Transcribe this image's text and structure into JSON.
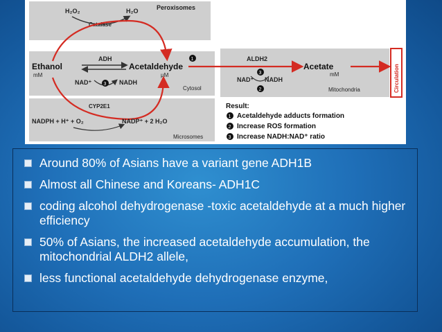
{
  "diagram": {
    "peroxisomes": "Peroxisomes",
    "h2o2": "H₂O₂",
    "h2o": "H₂O",
    "catalase": "Catalase",
    "ethanol": "Ethanol",
    "ethanol_unit": "mM",
    "adh": "ADH",
    "nad": "NAD⁺",
    "nadh": "NADH",
    "acetaldehyde": "Acetaldehyde",
    "acetaldehyde_unit": "µM",
    "cytosol": "Cytosol",
    "aldh2": "ALDH2",
    "acetate": "Acetate",
    "acetate_unit": "mM",
    "mito_nad": "NAD⁺",
    "mito_nadh": "NADH",
    "mitochondria": "Mitochondria",
    "circulation": "Circulation",
    "cyp2e1": "CYP2E1",
    "micro_left": "NADPH + H⁺ + O₂",
    "micro_right": "NADP⁺ + 2 H₂O",
    "microsomes": "Microsomes",
    "marker1": "1",
    "marker2": "2",
    "marker3": "3",
    "result_title": "Result:",
    "results": [
      "Acetaldehyde adducts formation",
      "Increase ROS formation",
      "Increase NADH:NAD⁺ ratio"
    ]
  },
  "bullets": [
    "Around 80% of Asians have a variant  gene ADH1B",
    "Almost all Chinese and Koreans- ADH1C",
    "coding  alcohol dehydrogenase -toxic acetaldehyde at a much higher efficiency",
    " 50% of Asians, the increased acetaldehyde accumulation, the mitochondrial ALDH2 allele,",
    "less functional acetaldehyde dehydrogenase enzyme,"
  ],
  "colors": {
    "arrow_red": "#d42b22",
    "panel_gray": "#c9c9c9",
    "background_blue": "#1f6fb8"
  }
}
